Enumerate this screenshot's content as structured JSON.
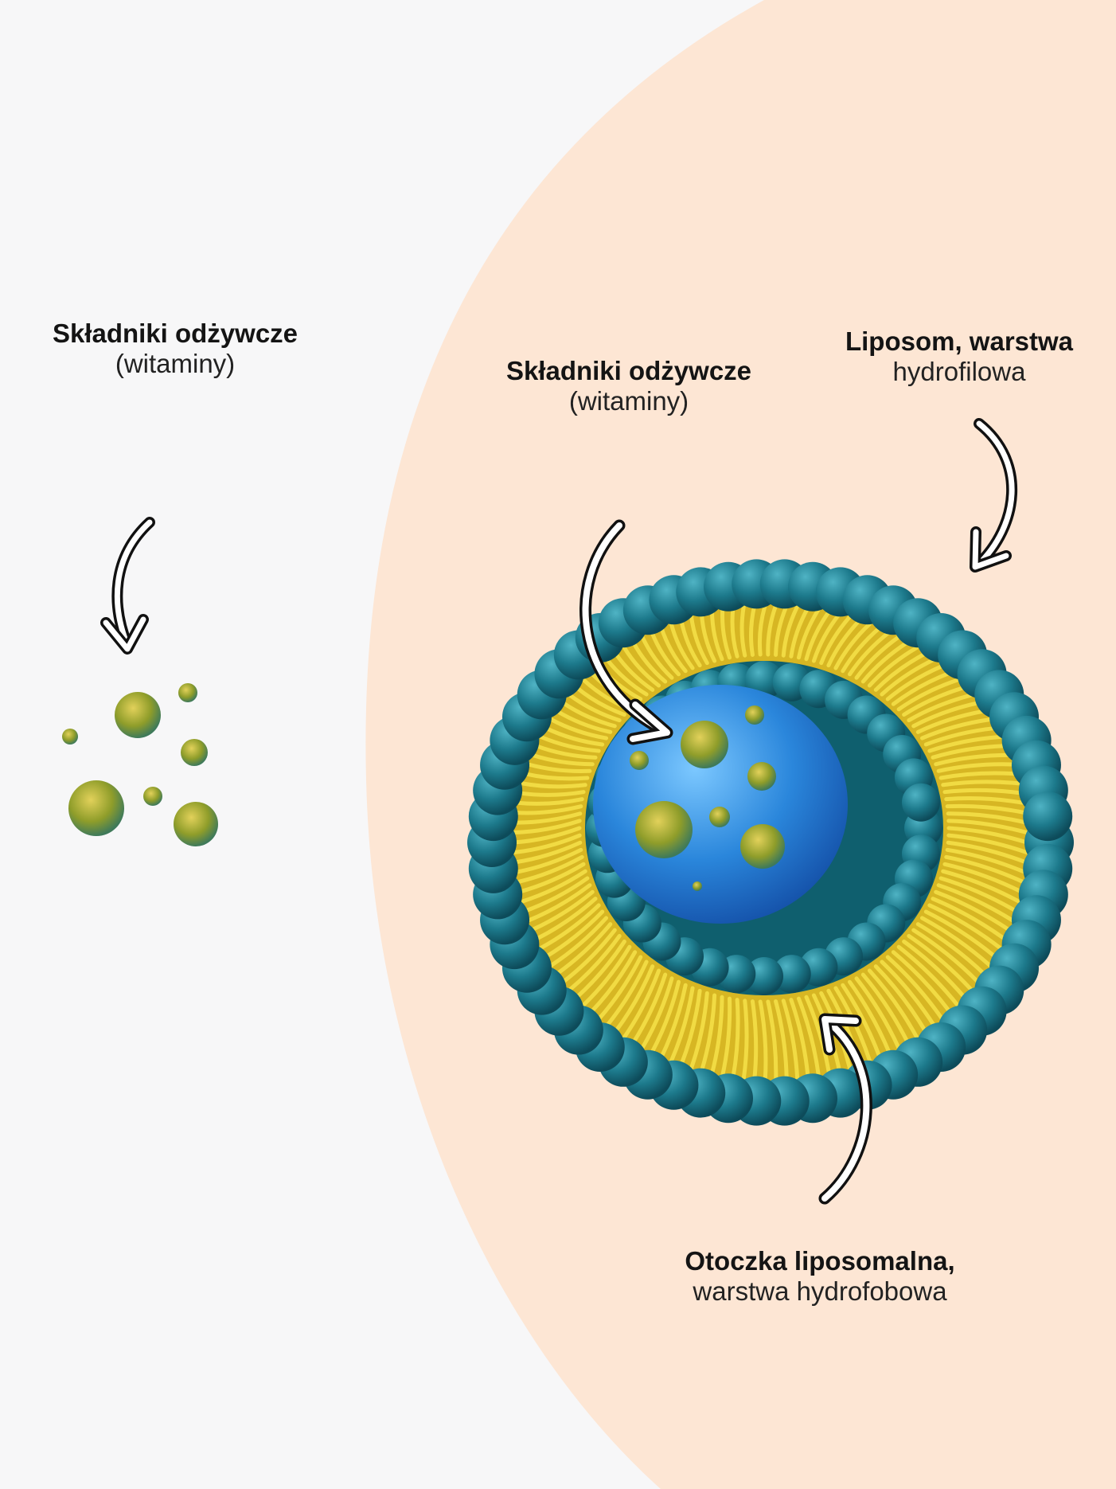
{
  "labels": {
    "nutrients_left": {
      "title": "Składniki odżywcze",
      "subtitle": "(witaminy)"
    },
    "nutrients_core": {
      "title": "Składniki odżywcze",
      "subtitle": "(witaminy)"
    },
    "hydrophilic_layer": {
      "title": "Liposom, warstwa",
      "subtitle": "hydrofilowa"
    },
    "hydrophobic_shell": {
      "title": "Otoczka liposomalna,",
      "subtitle": "warstwa hydrofobowa"
    }
  },
  "colors": {
    "background": "#f7f7f8",
    "peach": "#fde6d4",
    "head_teal": "#1f7f92",
    "tail_yellow": "#e3c52a",
    "core_blue": "#2c8ee0",
    "particle_green": "#8fa12a"
  }
}
